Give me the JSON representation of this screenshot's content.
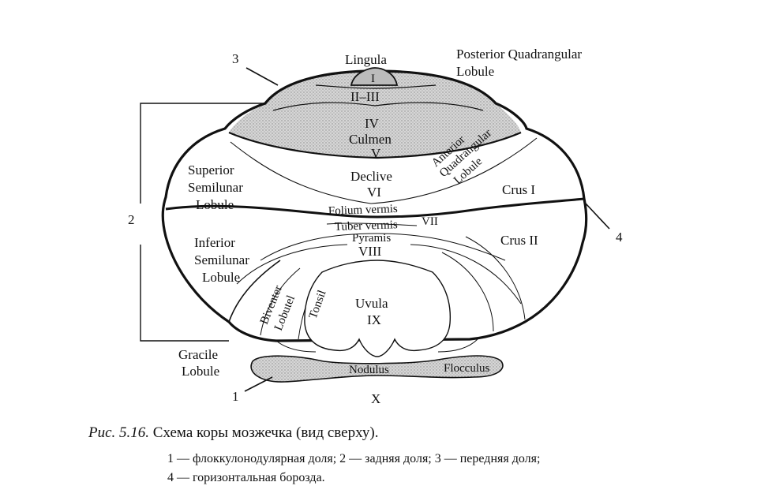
{
  "labels": {
    "lingula": "Lingula",
    "lobule_i": "I",
    "lobule_ii_iii": "II–III",
    "lobule_iv": "IV",
    "culmen": "Culmen",
    "lobule_v": "V",
    "declive": "Declive",
    "lobule_vi": "VI",
    "folium_vermis": "Folium vermis",
    "tuber_vermis": "Tuber vermis",
    "lobule_vii": "VII",
    "pyramis": "Pyramis",
    "lobule_viii": "VIII",
    "uvula": "Uvula",
    "lobule_ix": "IX",
    "nodulus": "Nodulus",
    "flocculus": "Flocculus",
    "lobule_x": "X",
    "posterior_quadrangular_1": "Posterior Quadrangular",
    "posterior_quadrangular_2": "Lobule",
    "anterior_quadrangular_1": "Anterior",
    "anterior_quadrangular_2": "Quadrangular",
    "anterior_quadrangular_3": "Lobule",
    "crus_i": "Crus I",
    "crus_ii": "Crus II",
    "superior_semilunar_1": "Superior",
    "superior_semilunar_2": "Semilunar",
    "superior_semilunar_3": "Lobule",
    "inferior_semilunar_1": "Inferior",
    "inferior_semilunar_2": "Semilunar",
    "inferior_semilunar_3": "Lobule",
    "biventer_1": "Biventer",
    "biventer_2": "Lobutel",
    "tonsil": "Tonsil",
    "gracile_1": "Gracile",
    "gracile_2": "Lobule"
  },
  "callouts": {
    "n1": "1",
    "n2": "2",
    "n3": "3",
    "n4": "4"
  },
  "caption": {
    "fig_label": "Рис. 5.16.",
    "title": "Схема коры мозжечка (вид сверху).",
    "line1": "1 — флоккулонодулярная доля; 2 — задняя доля; 3 — передняя доля;",
    "line2": "4 — горизонтальная борозда."
  },
  "colors": {
    "outline": "#111111",
    "anterior_fill": "#d4d4d4",
    "background": "#ffffff"
  }
}
